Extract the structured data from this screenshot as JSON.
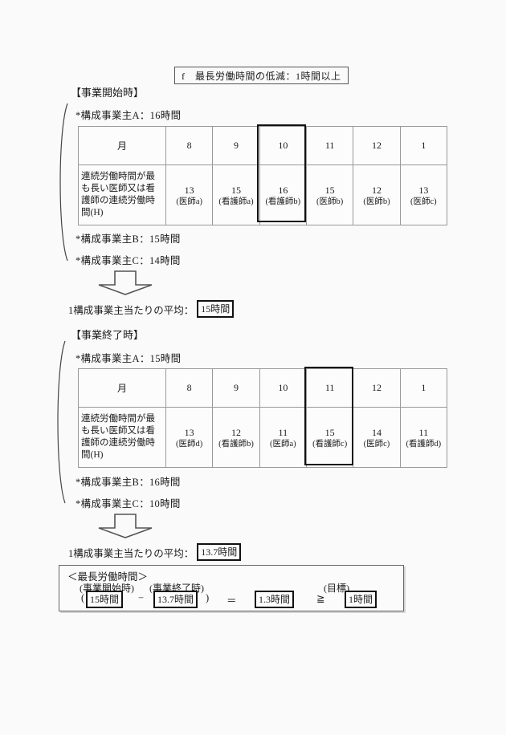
{
  "title": "f　最長労働時間の低減：1時間以上",
  "sections": [
    {
      "heading": "【事業開始時】",
      "employer_a": "*構成事業主A：16時間",
      "employer_b": "*構成事業主B：15時間",
      "employer_c": "*構成事業主C：14時間",
      "average_label": "1構成事業主当たりの平均：",
      "average_value": "15時間"
    },
    {
      "heading": "【事業終了時】",
      "employer_a": "*構成事業主A：15時間",
      "employer_b": "*構成事業主B：16時間",
      "employer_c": "*構成事業主C：10時間",
      "average_label": "1構成事業主当たりの平均：",
      "average_value": "13.7時間"
    }
  ],
  "tables": [
    {
      "corner_label": "月",
      "row_label": "連続労働時間が最も長い医師又は看護師の連続労働時間(H)",
      "months": [
        "8",
        "9",
        "10",
        "11",
        "12",
        "1"
      ],
      "cells": [
        {
          "hours": "13",
          "person": "(医師a)"
        },
        {
          "hours": "15",
          "person": "(看護師a)"
        },
        {
          "hours": "16",
          "person": "(看護師b)"
        },
        {
          "hours": "15",
          "person": "(医師b)"
        },
        {
          "hours": "12",
          "person": "(医師b)"
        },
        {
          "hours": "13",
          "person": "(医師c)"
        }
      ],
      "highlight_index": 2
    },
    {
      "corner_label": "月",
      "row_label": "連続労働時間が最も長い医師又は看護師の連続労働時間(H)",
      "months": [
        "8",
        "9",
        "10",
        "11",
        "12",
        "1"
      ],
      "cells": [
        {
          "hours": "13",
          "person": "(医師d)"
        },
        {
          "hours": "12",
          "person": "(看護師b)"
        },
        {
          "hours": "11",
          "person": "(医師a)"
        },
        {
          "hours": "15",
          "person": "(看護師c)"
        },
        {
          "hours": "14",
          "person": "(医師c)"
        },
        {
          "hours": "11",
          "person": "(看護師d)"
        }
      ],
      "highlight_index": 3
    }
  ],
  "summary_box": {
    "title": "＜最長労働時間＞",
    "col_labels": [
      "(事業開始時)",
      "(事業終了時)",
      "(目標)"
    ],
    "equation": {
      "open_paren": "(",
      "start_value": "15時間",
      "minus": "−",
      "end_value": "13.7時間",
      "close_paren": ")",
      "equals": "＝",
      "diff_value": "1.3時間",
      "gte": "≧",
      "target_value": "1時間"
    }
  }
}
